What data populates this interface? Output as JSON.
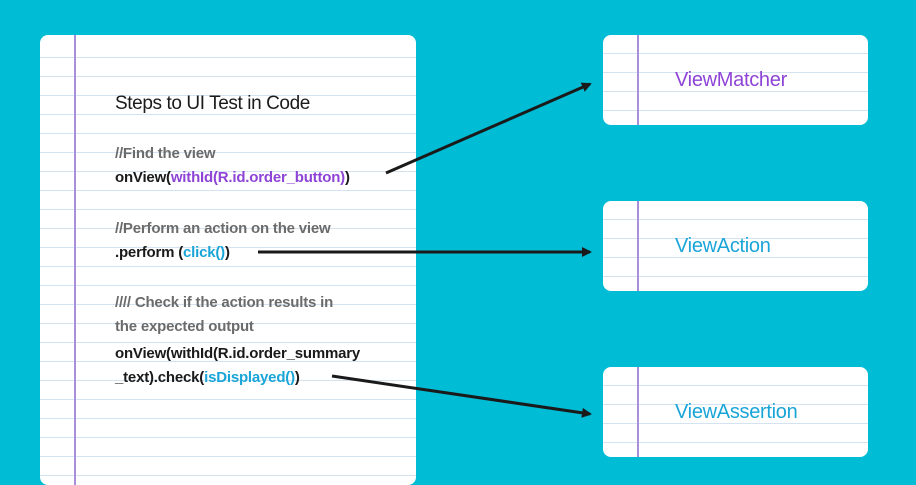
{
  "notebook": {
    "heading": "Steps to UI Test in Code",
    "step1": {
      "comment": "//Find the view",
      "code_prefix": "onView(",
      "code_highlight": "withId(R.id.order_button)",
      "code_suffix": ")"
    },
    "step2": {
      "comment": "//Perform an action on the view",
      "code_prefix": ".perform (",
      "code_highlight": "click()",
      "code_suffix": ")"
    },
    "step3": {
      "comment_line1": "//// Check if the action results in",
      "comment_line2": "the expected output",
      "code_line1": "onView(withId(R.id.order_summary",
      "code_prefix": "_text).check(",
      "code_highlight": "isDisplayed()",
      "code_suffix": ")"
    }
  },
  "cards": {
    "view_matcher": "ViewMatcher",
    "view_action": "ViewAction",
    "view_assertion": "ViewAssertion"
  },
  "colors": {
    "background": "#00bcd4",
    "matcher_text": "#8e44d6",
    "action_text": "#1aa5d8",
    "arrow": "#1a1a1a"
  }
}
